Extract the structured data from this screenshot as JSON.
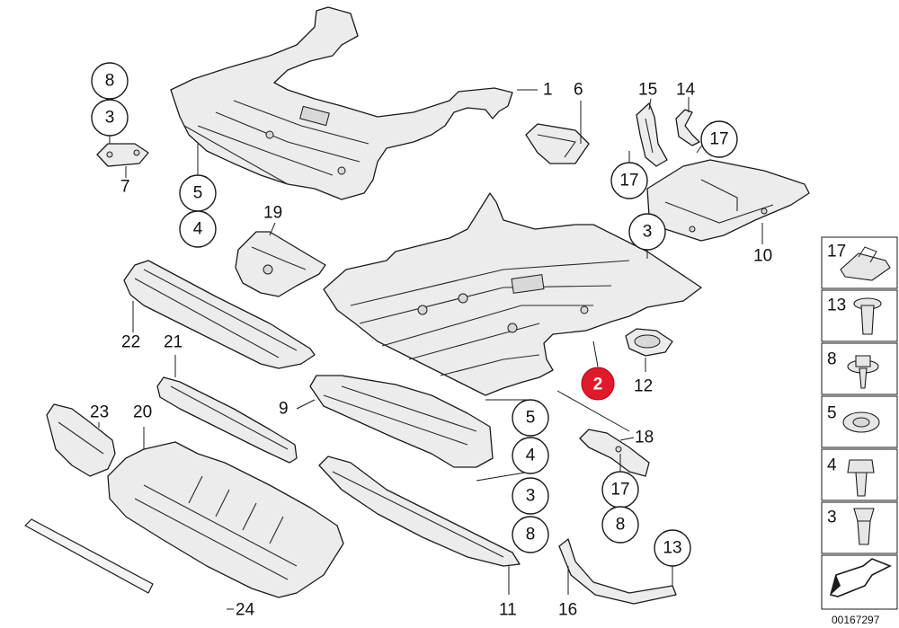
{
  "diagram": {
    "document_number": "00167297",
    "highlighted_part": "2",
    "callouts": {
      "c8a": "8",
      "c3a": "3",
      "c7": "7",
      "c5a": "5",
      "c4a": "4",
      "c1": "1",
      "c6": "6",
      "c15": "15",
      "c14": "14",
      "c17a": "17",
      "c17b": "17",
      "c10": "10",
      "c3b": "3",
      "c19": "19",
      "c22": "22",
      "c21": "21",
      "c12": "12",
      "c9": "9",
      "c5b": "5",
      "c4b": "4",
      "c3c": "3",
      "c8b": "8",
      "c18": "18",
      "c17c": "17",
      "c8c": "8",
      "c23": "23",
      "c20": "20",
      "c24": "24",
      "c11": "11",
      "c16": "16",
      "c13": "13"
    },
    "legend": [
      "17",
      "13",
      "8",
      "5",
      "4",
      "3"
    ]
  }
}
